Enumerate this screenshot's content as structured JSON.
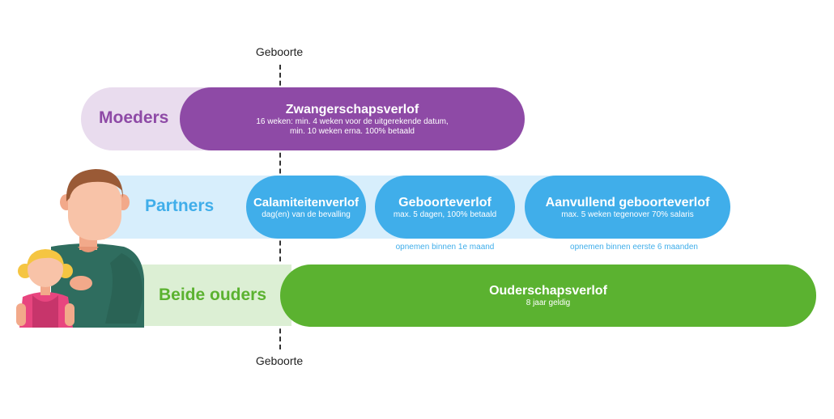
{
  "birth": {
    "label_top": "Geboorte",
    "label_bottom": "Geboorte"
  },
  "groups": {
    "mothers": {
      "label": "Moeders"
    },
    "partners": {
      "label": "Partners"
    },
    "both": {
      "label": "Beide ouders"
    }
  },
  "leaves": {
    "pregnancy": {
      "title": "Zwangerschapsverlof",
      "line1": "16 weken: min. 4 weken voor de uitgerekende datum,",
      "line2": "min. 10 weken erna. 100% betaald"
    },
    "calamity": {
      "title": "Calamiteitenverlof",
      "subtitle": "dag(en) van de bevalling"
    },
    "birth_leave": {
      "title": "Geboorteverlof",
      "subtitle": "max. 5 dagen, 100% betaald",
      "note": "opnemen binnen 1e maand"
    },
    "additional": {
      "title": "Aanvullend geboorteverlof",
      "subtitle": "max. 5 weken tegenover 70% salaris",
      "note": "opnemen binnen eerste 6 maanden"
    },
    "parental": {
      "title": "Ouderschapsverlof",
      "subtitle": "8 jaar geldig"
    }
  },
  "colors": {
    "purple": "#8e4aa6",
    "purple_light": "#e9dcee",
    "blue": "#40aeea",
    "blue_light": "#d7eefc",
    "green": "#5bb230",
    "green_light": "#dcefd4"
  }
}
